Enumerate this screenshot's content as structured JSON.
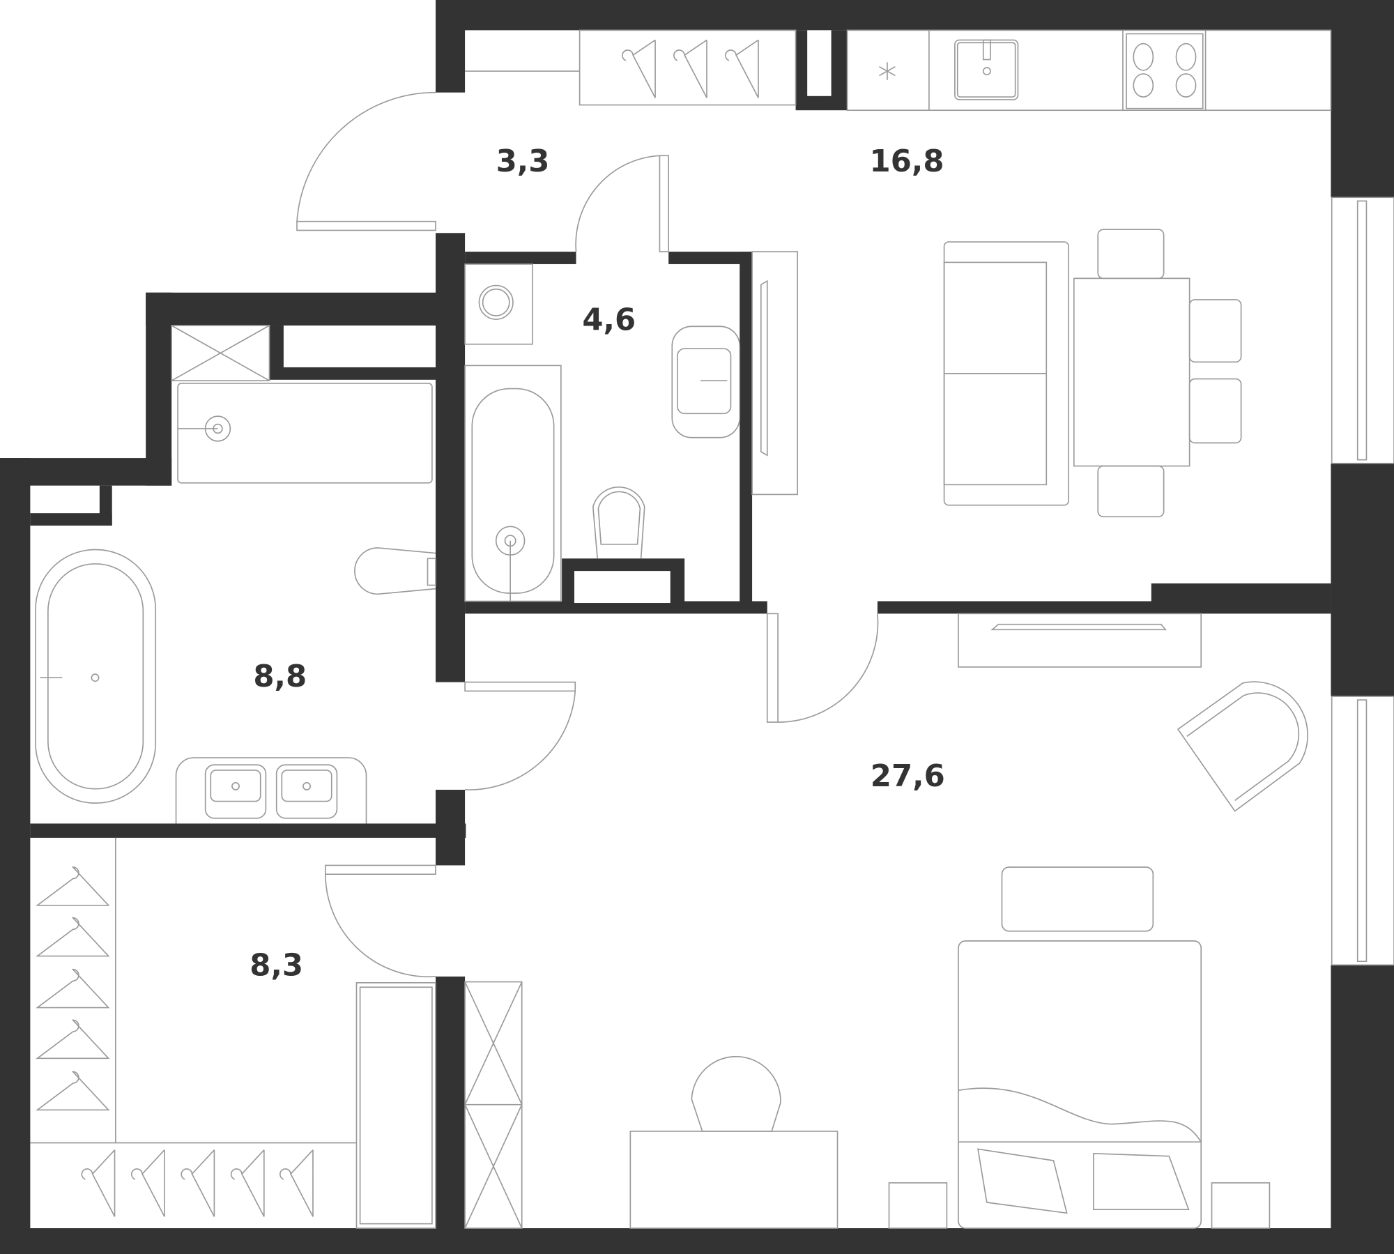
{
  "plan": {
    "type": "apartment-floor-plan",
    "wall_color": "#333333",
    "line_color": "#9a9a9a",
    "rooms": [
      {
        "id": "hall",
        "name": "entrance-hall",
        "area": "3,3"
      },
      {
        "id": "kitchen_living",
        "name": "kitchen-living-room",
        "area": "16,8"
      },
      {
        "id": "bathroom_small",
        "name": "bathroom-1",
        "area": "4,6"
      },
      {
        "id": "bathroom_large",
        "name": "bathroom-2",
        "area": "8,8"
      },
      {
        "id": "bedroom",
        "name": "bedroom",
        "area": "27,6"
      },
      {
        "id": "wardrobe",
        "name": "walk-in-wardrobe",
        "area": "8,3"
      }
    ]
  }
}
